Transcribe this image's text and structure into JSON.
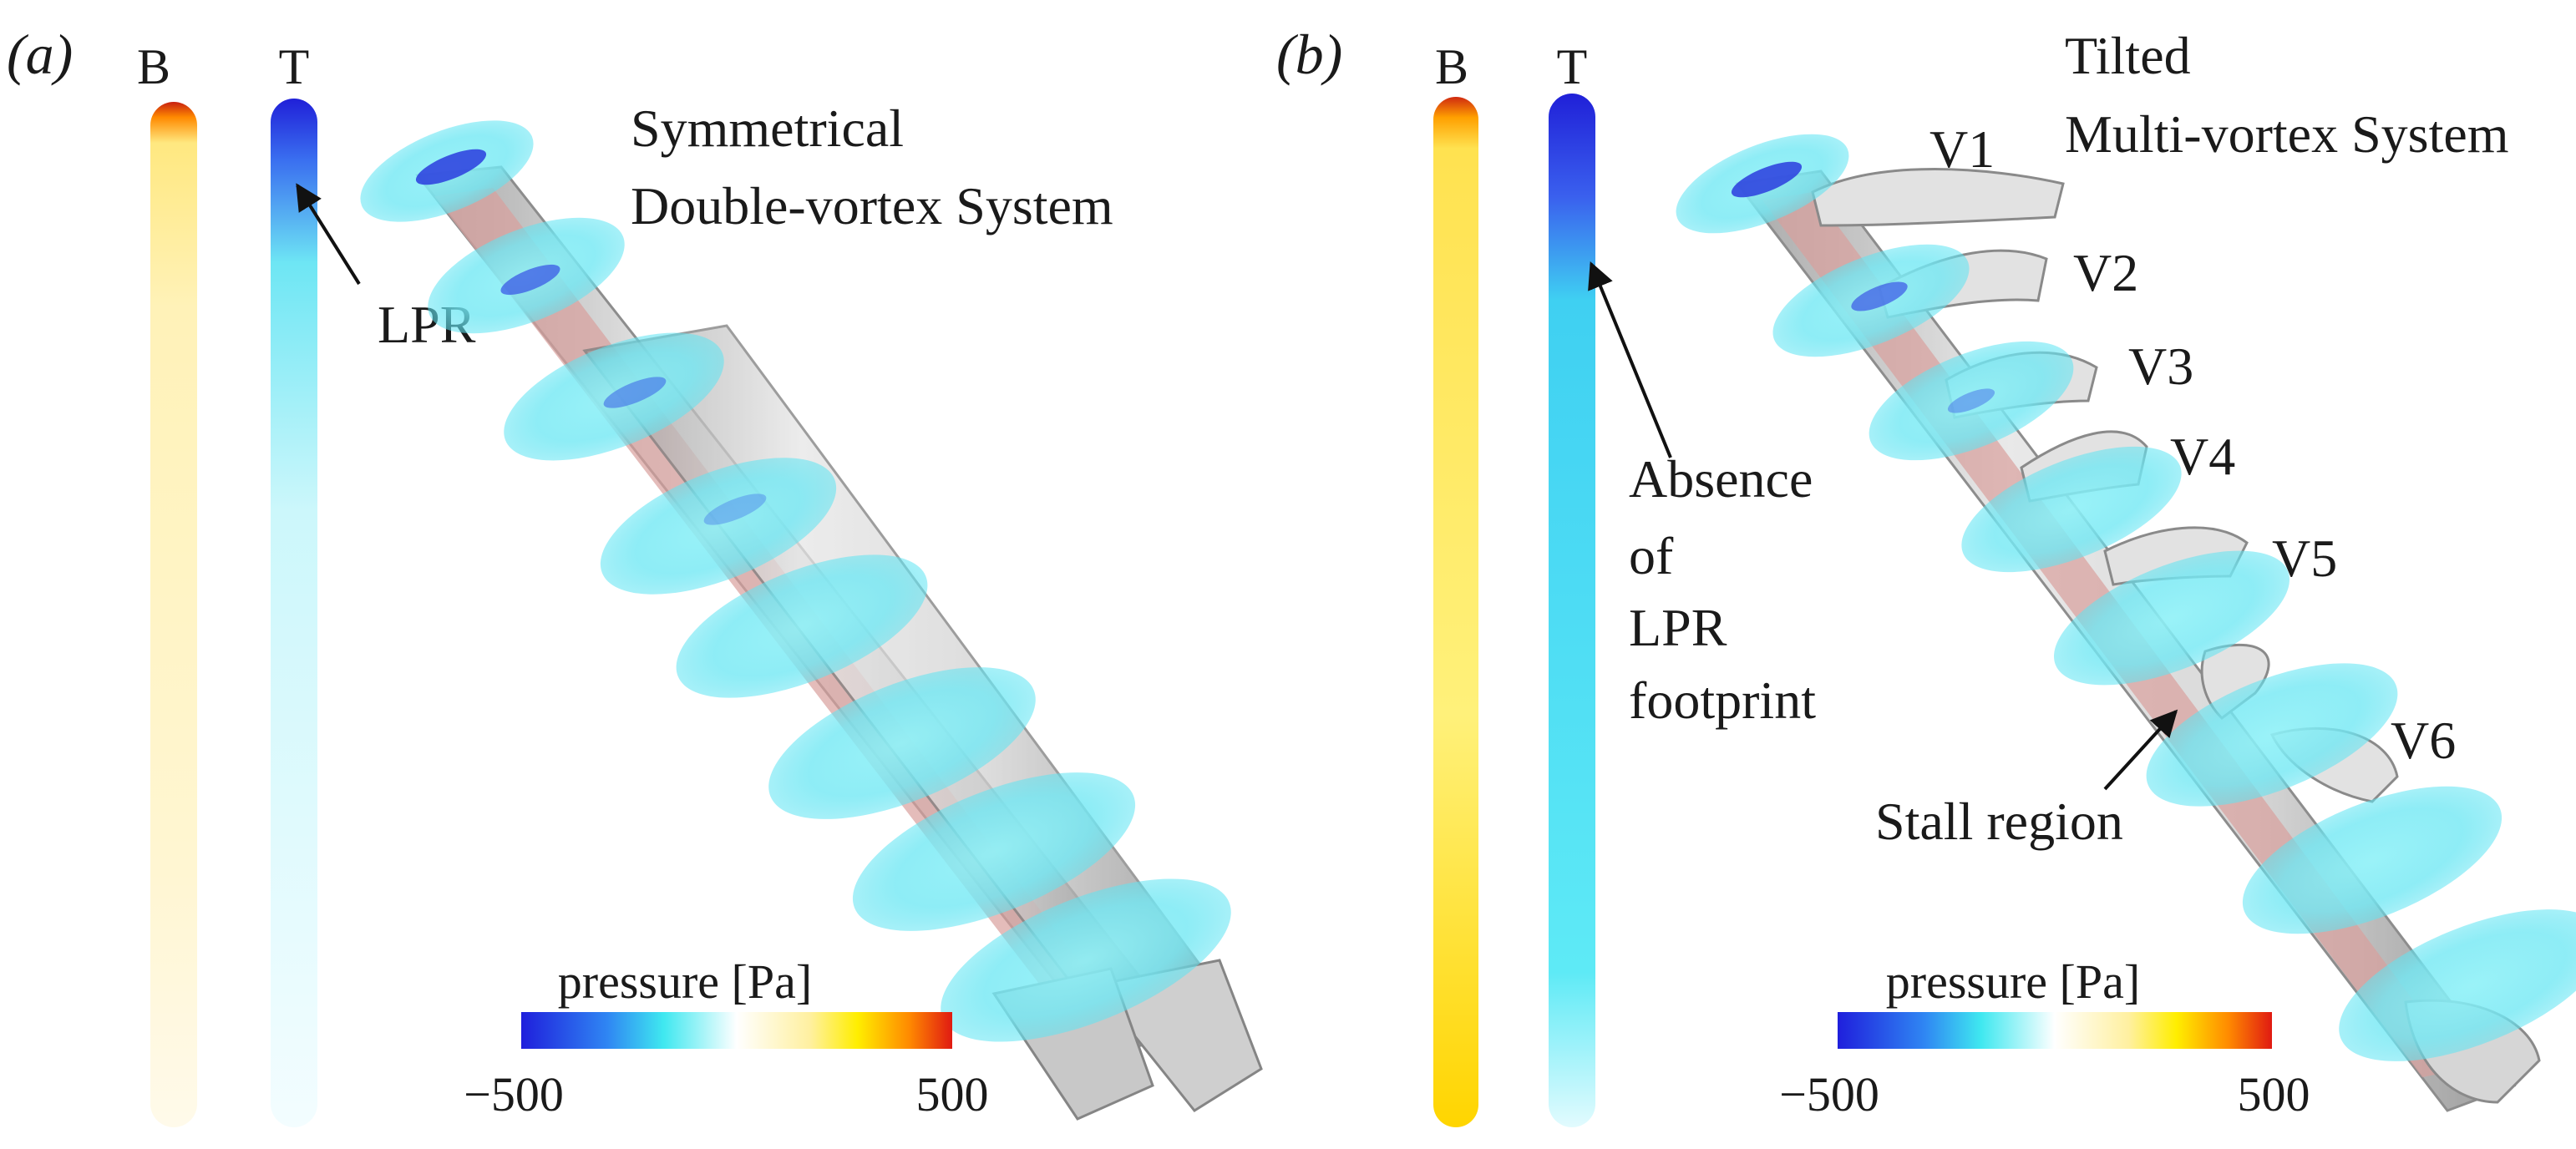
{
  "panels": [
    {
      "id": "a",
      "panel_label_prefix": "(",
      "panel_label_letter": "a",
      "panel_label_suffix": ")",
      "bar_labels": [
        "B",
        "T"
      ],
      "title_lines": [
        "Symmetrical",
        "Double-vortex System"
      ],
      "annotation": "LPR",
      "colorbar": {
        "title": "pressure [Pa]",
        "min_label": "−500",
        "max_label": "500",
        "min": -500,
        "max": 500
      }
    },
    {
      "id": "b",
      "panel_label_prefix": "(",
      "panel_label_letter": "b",
      "panel_label_suffix": ")",
      "bar_labels": [
        "B",
        "T"
      ],
      "title_lines": [
        "Tilted",
        "Multi-vortex System"
      ],
      "annotation_lines": [
        "Absence",
        "of",
        "LPR",
        "footprint"
      ],
      "vortex_labels": [
        "V1",
        "V2",
        "V3",
        "V4",
        "V5",
        "V6"
      ],
      "stall_label": "Stall region",
      "colorbar": {
        "title": "pressure [Pa]",
        "min_label": "−500",
        "max_label": "500",
        "min": -500,
        "max": 500
      }
    }
  ],
  "colormap": [
    "#1f1fdc",
    "#2f7ff0",
    "#3fe6f2",
    "#ffffff",
    "#ffffff",
    "#ffe37a",
    "#ffef00",
    "#ff8a00",
    "#e01a12"
  ]
}
